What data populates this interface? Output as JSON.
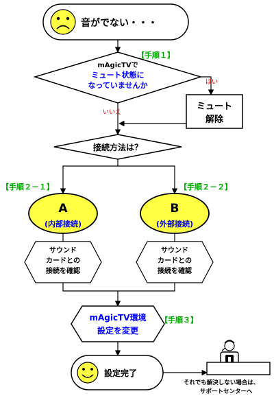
{
  "start": {
    "label": "音がでない・・・"
  },
  "steps": {
    "step1": "【手順１】",
    "step2_1": "【手順２－１】",
    "step2_2": "【手順２－２】",
    "step3": "【手順３】"
  },
  "decision_mute": {
    "line1": "mAgicTVで",
    "line2": "ミュート状態に",
    "line3": "なっていませんか",
    "yes_label": "はい",
    "no_label": "いいえ"
  },
  "mute_release": {
    "line1": "ミュート",
    "line2": "解除"
  },
  "decision_connection": {
    "label": "接続方法は？"
  },
  "option_a": {
    "letter": "A",
    "label": "(内部接続)"
  },
  "option_b": {
    "letter": "B",
    "label": "(外部接続)"
  },
  "check_a": {
    "line1": "サウンド",
    "line2": "カードとの",
    "line3": "接続を確認"
  },
  "check_b": {
    "line1": "サウンド",
    "line2": "カードとの",
    "line3": "接続を確認"
  },
  "settings_change": {
    "line1": "mAgicTV環境",
    "line2": "設定を変更"
  },
  "end": {
    "label": "設定完了"
  },
  "support": {
    "line1": "それでも解決しない場合は、",
    "line2": "サポートセンターへ"
  },
  "colors": {
    "yellow": "#ffff44",
    "step_label": "#00aa00",
    "emphasis_text": "#0000ff",
    "yes_no_text": "#dd0000"
  },
  "icons": {
    "start": "sad-face-icon",
    "end": "smiley-face-icon",
    "support": "support-person-icon"
  }
}
